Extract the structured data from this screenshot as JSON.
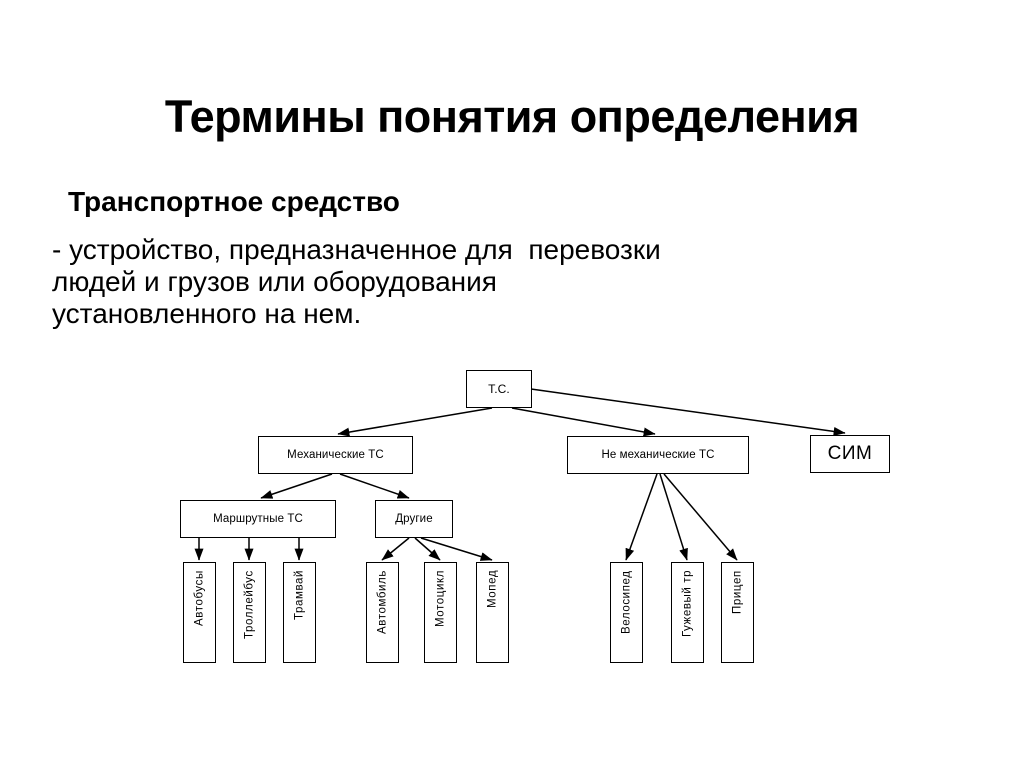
{
  "slide": {
    "title": "Термины понятия определения",
    "term_heading": "Транспортное средство",
    "definition_lines": [
      "- устройство, предназначенное для  перевозки",
      "людей и грузов или оборудования",
      "установленного на нем."
    ],
    "colors": {
      "background": "#ffffff",
      "text": "#000000",
      "stroke": "#000000"
    }
  },
  "diagram": {
    "type": "tree",
    "root": {
      "label": "Т.С."
    },
    "level2": [
      {
        "label": "Механические ТС"
      },
      {
        "label": "Не механические ТС"
      },
      {
        "label": "СИМ"
      }
    ],
    "level3": [
      {
        "label": "Маршрутные ТС"
      },
      {
        "label": "Другие"
      }
    ],
    "leaves_route": [
      {
        "label": "Автобусы"
      },
      {
        "label": "Троллейбус"
      },
      {
        "label": "Трамвай"
      }
    ],
    "leaves_other": [
      {
        "label": "Автомбиль"
      },
      {
        "label": "Мотоцикл"
      },
      {
        "label": "Мопед"
      }
    ],
    "leaves_nonmech": [
      {
        "label": "Велосипед"
      },
      {
        "label": "Гужевый тр"
      },
      {
        "label": "Прицеп"
      }
    ]
  }
}
